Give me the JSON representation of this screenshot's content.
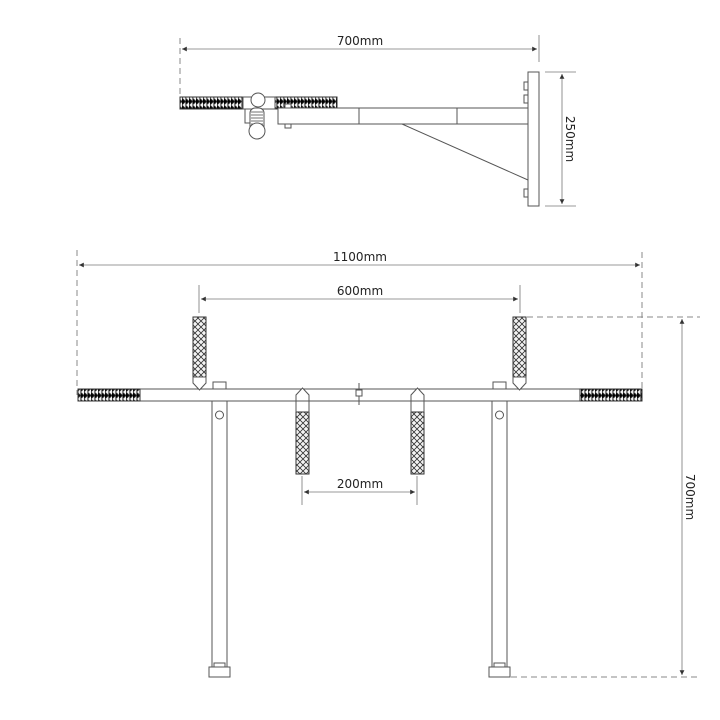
{
  "diagram": {
    "top_view": {
      "width_label": "700mm",
      "height_label": "250mm"
    },
    "front_view": {
      "overall_width_label": "1100mm",
      "wide_grip_label": "600mm",
      "narrow_grip_label": "200mm",
      "height_label": "700mm"
    },
    "colors": {
      "line": "#555555",
      "dimension_line": "#777777",
      "grip_hatch": "#333333",
      "background": "#ffffff"
    }
  }
}
